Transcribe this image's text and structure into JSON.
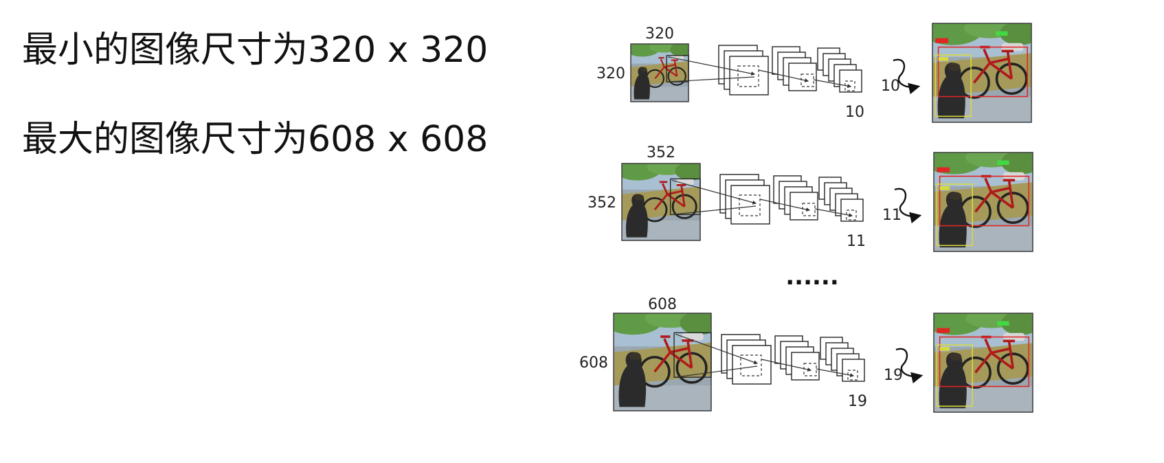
{
  "headline_min": "最小的图像尺寸为320 x 320",
  "headline_max": "最大的图像尺寸为608 x 608",
  "rows": [
    {
      "input_width": "320",
      "input_height": "320",
      "grid_width": "10",
      "grid_height": "10"
    },
    {
      "input_width": "352",
      "input_height": "352",
      "grid_width": "11",
      "grid_height": "11"
    },
    {
      "input_width": "608",
      "input_height": "608",
      "grid_width": "19",
      "grid_height": "19"
    }
  ],
  "ellipsis": "......",
  "colors": {
    "sky": "#a9c0d2",
    "foliage": "#5f9b46",
    "ground": "#9aa7b0",
    "wall": "#a59a5a",
    "dog": "#2b2b2b",
    "bike": "#b01a1a",
    "box_person": "#d8d840",
    "box_bike": "#e02525",
    "label_green": "#44d944"
  }
}
